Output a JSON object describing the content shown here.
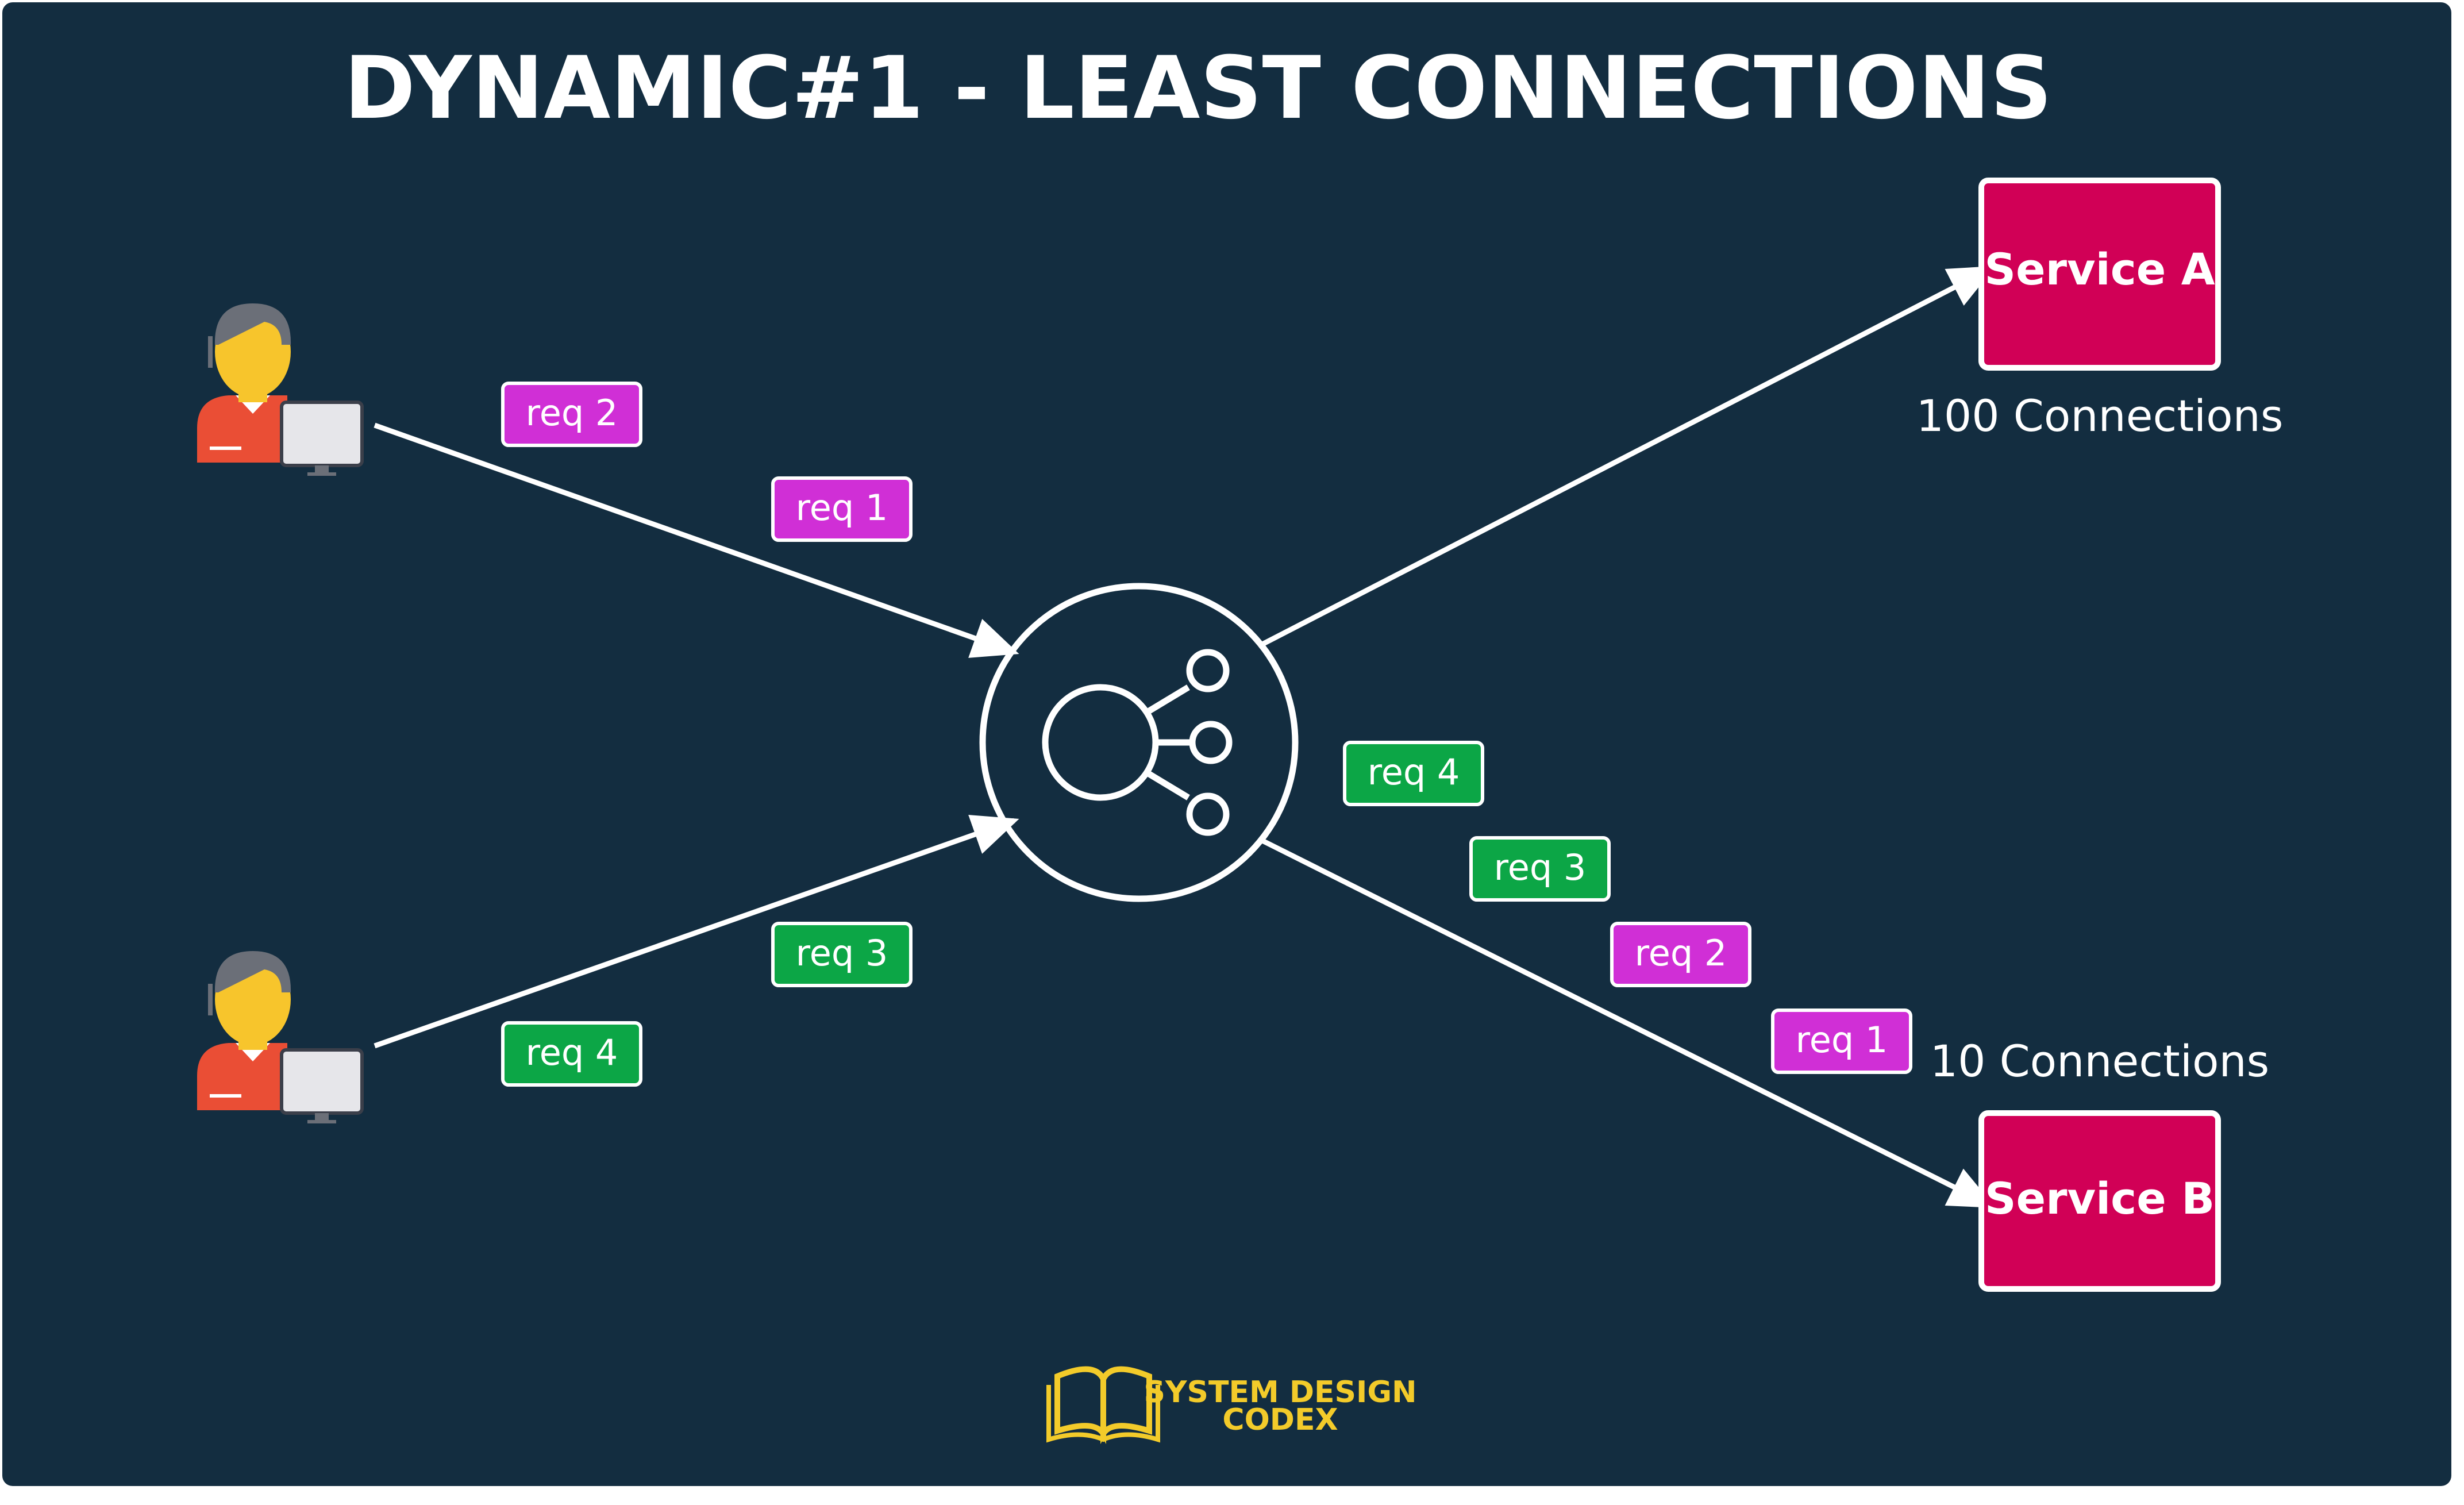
{
  "title": "DYNAMIC#1 - LEAST CONNECTIONS",
  "clients": [
    {
      "id": "client-1",
      "name": "user-at-computer-icon"
    },
    {
      "id": "client-2",
      "name": "user-at-computer-icon"
    }
  ],
  "load_balancer": {
    "icon": "load-balancer-hub-icon"
  },
  "services": [
    {
      "label": "Service A",
      "connections": "100 Connections"
    },
    {
      "label": "Service B",
      "connections": "10 Connections"
    }
  ],
  "requests": {
    "client1_to_lb": [
      {
        "label": "req 2",
        "color": "#d02fd6"
      },
      {
        "label": "req 1",
        "color": "#d02fd6"
      }
    ],
    "client2_to_lb": [
      {
        "label": "req 3",
        "color": "#0ca646"
      },
      {
        "label": "req 4",
        "color": "#0ca646"
      }
    ],
    "lb_to_service_b": [
      {
        "label": "req 4",
        "color": "#0ca646"
      },
      {
        "label": "req 3",
        "color": "#0ca646"
      },
      {
        "label": "req 2",
        "color": "#d02fd6"
      },
      {
        "label": "req 1",
        "color": "#d02fd6"
      }
    ]
  },
  "logo": {
    "line1": "SYSTEM DESIGN",
    "line2": "CODEX"
  },
  "colors": {
    "background": "#132d40",
    "service_fill": "#d10056",
    "line": "#ffffff",
    "logo": "#f3cb2a"
  }
}
